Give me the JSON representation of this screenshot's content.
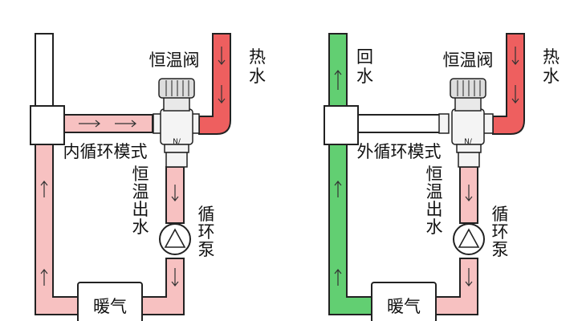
{
  "colors": {
    "hot_pipe": "#ee5f5f",
    "warm_pipe": "#f7c1c1",
    "return_pipe": "#62cf72",
    "neutral_pipe": "#ffffff",
    "outline": "#222222",
    "valve_body": "#f4f4f4",
    "valve_knob": "#dddddd"
  },
  "left": {
    "hot_water_label": "热水",
    "valve_label": "恒温阀",
    "mode_label": "内循环模式",
    "outlet_label": "恒温出水",
    "pump_label": "循环泵",
    "heater_label": "暖气"
  },
  "right": {
    "hot_water_label": "热水",
    "return_label": "回水",
    "valve_label": "恒温阀",
    "mode_label": "外循环模式",
    "outlet_label": "恒温出水",
    "pump_label": "循环泵",
    "heater_label": "暖气"
  },
  "icons": [
    "flow-arrow-icon",
    "pump-icon",
    "thermostatic-valve-icon"
  ]
}
